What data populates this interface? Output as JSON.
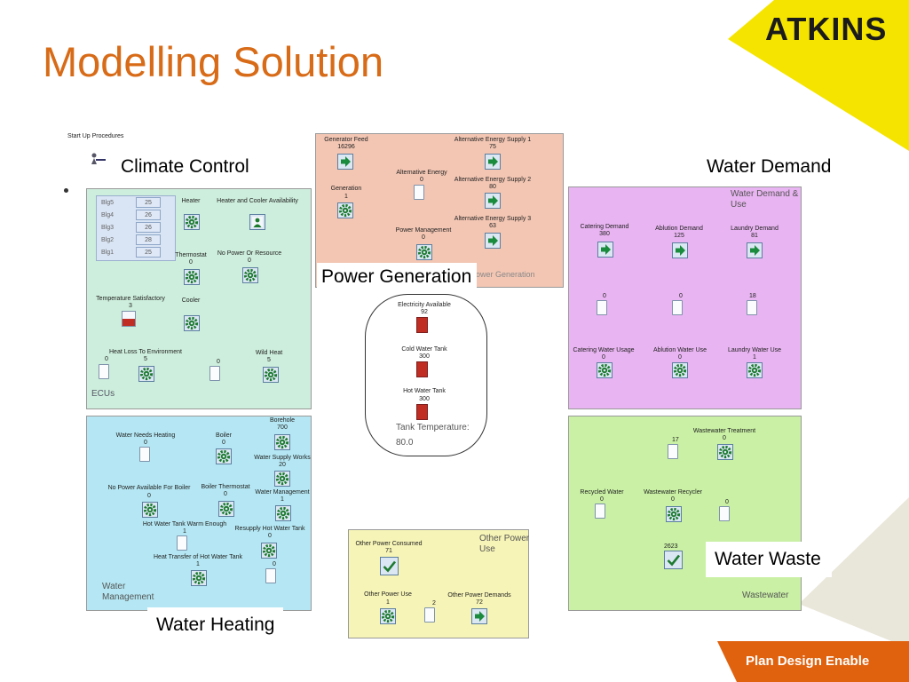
{
  "slide": {
    "title": "Modelling Solution",
    "brand": "ATKINS",
    "tagline": "Plan Design Enable",
    "startup": "Start Up Procedures"
  },
  "colors": {
    "title": "#d86b17",
    "brand_yellow": "#f5e400",
    "orange": "#e0620e"
  },
  "labels": {
    "climate": "Climate Control",
    "water_demand": "Water Demand",
    "power_generation": "Power Generation",
    "water_waste": "Water Waste",
    "water_heating": "Water Heating"
  },
  "power": {
    "generator_feed": {
      "label": "Generator Feed",
      "value": "16296"
    },
    "generation": {
      "label": "Generation",
      "value": "1"
    },
    "alt_energy": {
      "label": "Alternative Energy",
      "value": "0"
    },
    "power_mgmt": {
      "label": "Power Management",
      "value": "0"
    },
    "alt1": {
      "label": "Alternative Energy Supply 1",
      "value": "75"
    },
    "alt2": {
      "label": "Alternative Energy Supply 2",
      "value": "80"
    },
    "alt3": {
      "label": "Alternative Energy Supply 3",
      "value": "63"
    },
    "caption": "Power Generation"
  },
  "ecu": {
    "buildings": [
      {
        "name": "Blg5",
        "value": "25"
      },
      {
        "name": "Blg4",
        "value": "26"
      },
      {
        "name": "Blg3",
        "value": "26"
      },
      {
        "name": "Blg2",
        "value": "28"
      },
      {
        "name": "Blg1",
        "value": "25"
      }
    ],
    "heater": "Heater",
    "availability": "Heater and Cooler Availability",
    "thermostat": {
      "label": "Thermostat",
      "value": "0"
    },
    "no_power": {
      "label": "No Power Or Resource",
      "value": "0"
    },
    "temp_sat": {
      "label": "Temperature Satisfactory",
      "value": "3"
    },
    "cooler": "Cooler",
    "heat_loss": {
      "label": "Heat Loss To Environment",
      "value_a": "0",
      "value_b": "5"
    },
    "mid_tank": "0",
    "wild_heat": {
      "label": "Wild Heat",
      "value": "5"
    },
    "caption": "ECUs"
  },
  "tanks": {
    "electricity": {
      "label": "Electricity Available",
      "value": "92"
    },
    "cold": {
      "label": "Cold Water Tank",
      "value": "300"
    },
    "hot": {
      "label": "Hot Water Tank",
      "value": "300"
    },
    "temp_label": "Tank Temperature:",
    "temp_value": "80.0"
  },
  "demand": {
    "caption": "Water Demand & Use",
    "catering": {
      "label": "Catering Demand",
      "value": "380"
    },
    "ablution": {
      "label": "Ablution Demand",
      "value": "125"
    },
    "laundry": {
      "label": "Laundry Demand",
      "value": "81"
    },
    "tank1": "0",
    "tank2": "0",
    "tank3": "18",
    "catering_use": {
      "label": "Catering Water Usage",
      "value": "0"
    },
    "ablution_use": {
      "label": "Ablution Water Use",
      "value": "0"
    },
    "laundry_use": {
      "label": "Laundry Water Use",
      "value": "1"
    }
  },
  "wastewater": {
    "treatment": {
      "label": "Wastewater Treatment",
      "value": "0"
    },
    "tank17": "17",
    "recycled": {
      "label": "Recycled Water",
      "value": "0"
    },
    "recycler": {
      "label": "Wastewater Recycler",
      "value": "0"
    },
    "tank0": "0",
    "check": "2623",
    "caption": "Wastewater"
  },
  "water_mgmt": {
    "needs_heating": {
      "label": "Water Needs Heating",
      "value": "0"
    },
    "boiler": {
      "label": "Boiler",
      "value": "0"
    },
    "borehole": {
      "label": "Borehole",
      "value": "700"
    },
    "supply_works": {
      "label": "Water Supply Works",
      "value": "20"
    },
    "no_power_boiler": {
      "label": "No Power Available For Boiler",
      "value": "0"
    },
    "boiler_thermostat": {
      "label": "Boiler Thermostat",
      "value": "0"
    },
    "water_management": {
      "label": "Water Management",
      "value": "1"
    },
    "tank_warm": {
      "label": "Hot Water Tank Warm Enough",
      "value": "1"
    },
    "resupply": {
      "label": "Resupply Hot Water Tank",
      "value": "0"
    },
    "heat_transfer": {
      "label": "Heat Transfer of Hot Water Tank",
      "value": "1"
    },
    "small_tank": "0",
    "caption": "Water Management"
  },
  "other_power": {
    "consumed": {
      "label": "Other Power Consumed",
      "value": "71"
    },
    "caption": "Other Power Use",
    "use": {
      "label": "Other Power Use",
      "value": "1"
    },
    "tank": "2",
    "demands": {
      "label": "Other Power Demands",
      "value": "72"
    }
  }
}
